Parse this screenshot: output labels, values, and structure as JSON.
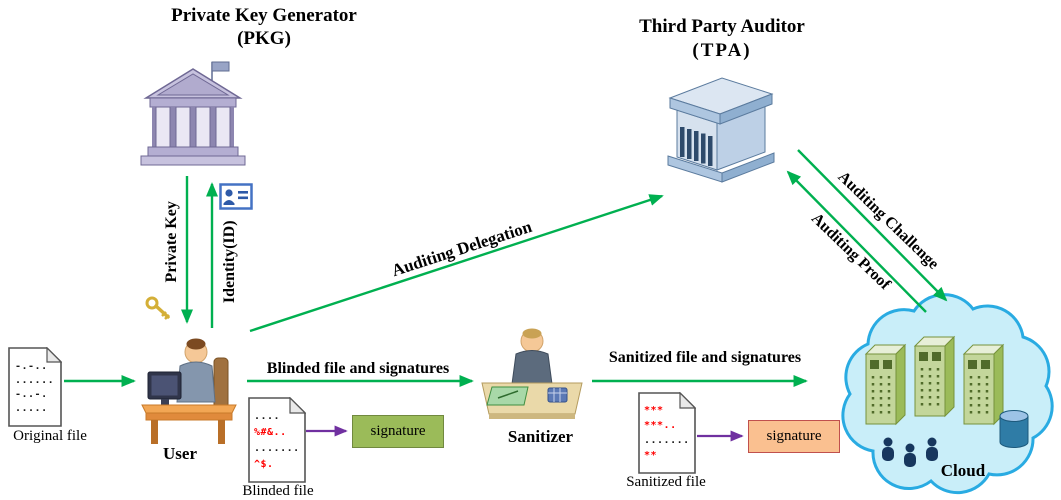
{
  "titles": {
    "pkg1": "Private Key Generator",
    "pkg2": "(PKG)",
    "tpa1": "Third Party Auditor",
    "tpa2": "(TPA)"
  },
  "labels": {
    "user": "User",
    "sanitizer": "Sanitizer",
    "cloud": "Cloud",
    "original_file": "Original file",
    "blinded_file": "Blinded file",
    "sanitized_file": "Sanitized file",
    "signature1": "signature",
    "signature2": "signature"
  },
  "edges": {
    "private_key": "Private Key",
    "identity": "Identity(ID)",
    "auditing_delegation": "Auditing Delegation",
    "blinded_transfer": "Blinded file and signatures",
    "sanitized_transfer": "Sanitized file and signatures",
    "auditing_challenge": "Auditing Challenge",
    "auditing_proof": "Auditing Proof"
  },
  "documents": {
    "original": {
      "lines": [
        "-.-..",
        "......",
        "-..-.",
        "....."
      ]
    },
    "blinded": {
      "lines": [
        "....",
        "%#&..",
        ".......",
        "^$."
      ]
    },
    "sanitized": {
      "lines": [
        "***",
        "***..",
        ".......",
        "**"
      ]
    }
  },
  "icons": {
    "pkg": "bank-building",
    "tpa": "3d-building",
    "user": "person-at-computer",
    "sanitizer": "person-at-desk",
    "cloud": "cloud-with-servers",
    "key": "key",
    "id_card": "id-card"
  },
  "colors": {
    "arrow_green": "#00b050",
    "arrow_purple": "#7030a0",
    "sig_green": "#9bbb59",
    "sig_peach": "#fac090",
    "doc_red": "#ff0000",
    "cloud_fill": "#c9eef9",
    "cloud_stroke": "#29abe2"
  }
}
